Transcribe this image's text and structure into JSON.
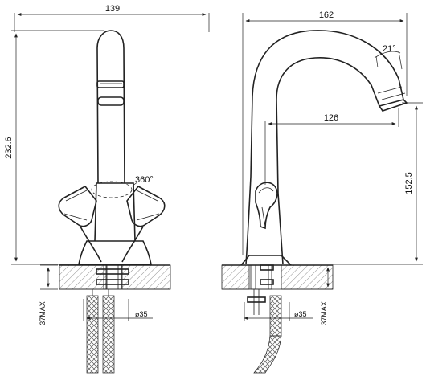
{
  "front_view": {
    "width_label": "139",
    "height_label": "232.6",
    "rotation_label": "360°",
    "mount_max_label": "37MAX",
    "hole_diameter_label": "ø35"
  },
  "side_view": {
    "width_label": "162",
    "reach_label": "126",
    "spout_height_label": "152.5",
    "angle_label": "21°",
    "mount_max_label": "37MAX",
    "hole_diameter_label": "ø35"
  }
}
